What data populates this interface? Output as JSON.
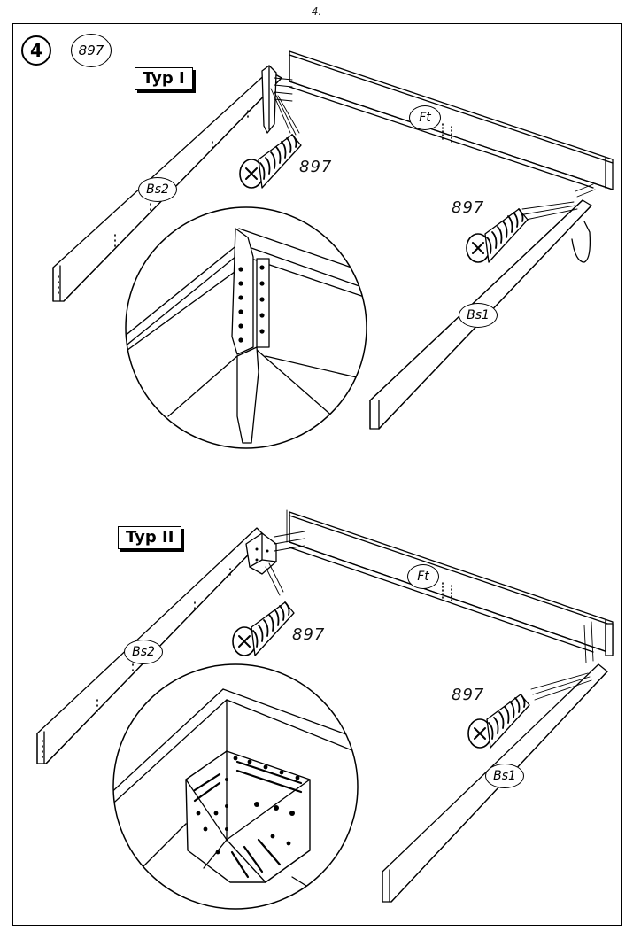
{
  "page_number": "4.",
  "step": {
    "number": "4",
    "part": "897"
  },
  "type1": {
    "label": "Typ I",
    "screw_left": "897",
    "screw_right": "897",
    "part_front": "Ft",
    "part_side_left": "Bs2",
    "part_side_right": "Bs1"
  },
  "type2": {
    "label": "Typ II",
    "screw_left": "897",
    "screw_right": "897",
    "part_front": "Ft",
    "part_side_left": "Bs2",
    "part_side_right": "Bs1"
  }
}
